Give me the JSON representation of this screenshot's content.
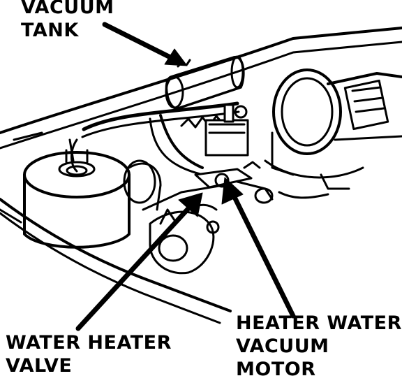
{
  "labels": {
    "vacuum_tank": [
      "VACUUM",
      "TANK"
    ],
    "water_heater_valve": [
      "WATER HEATER",
      "VALVE"
    ],
    "heater_water_vacuum_motor": [
      "HEATER WATER",
      "VACUUM",
      "MOTOR"
    ]
  },
  "colors": {
    "ink": "#000000",
    "paper": "#ffffff"
  }
}
